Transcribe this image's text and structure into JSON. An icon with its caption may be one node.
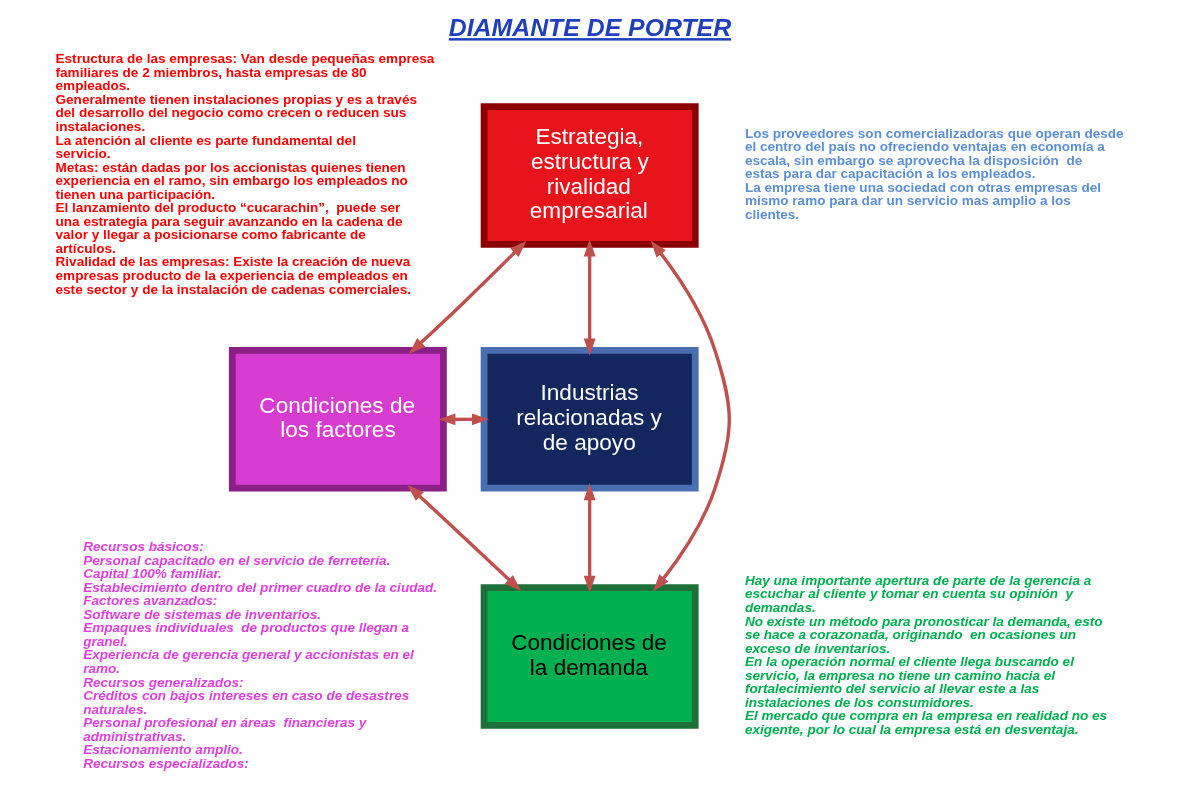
{
  "diagram": {
    "title": "DIAMANTE DE PORTER",
    "nodes": [
      {
        "text": [
          "Estrategia, estructura y rivalidad empresarial"
        ],
        "beside": [
          "Estructura de las empresas: Van desde pequeñas empresa familiares de 2 miembros, hasta empresas de 80 empleados.",
          "Generalmente tienen instalaciones propias y es a través del desarrollo del negocio como crecen o reducen sus instalaciones.",
          "La atención al cliente es parte fundamental del servicio.",
          "Metas: están dadas por los accionistas quienes tienen experiencia en el ramo, sin embargo los empleados no tienen una participación.",
          "El lanzamiento del producto “cucarachin”,  puede ser una estrategia para seguir avanzando en la cadena de valor y llegar a posicionarse como fabricante de artículos.",
          "Rivalidad de las empresas: Existe la creación de nueva empresas producto de la experiencia de empleados en este sector y de la instalación de cadenas comerciales."
        ]
      },
      {
        "text": [
          "Condiciones de los factores"
        ],
        "beside": [
          "Recursos básicos:",
          "Personal capacitado en el servicio de ferretería.",
          "Capital 100% familiar.",
          "Establecimiento dentro del primer cuadro de la ciudad.",
          "Factores avanzados:",
          "Software de sistemas de inventarios.",
          "Empaques individuales  de productos que llegan a granel.",
          "Experiencia de gerencia general y accionistas en el ramo.",
          "Recursos generalizados:",
          "Créditos con bajos intereses en caso de desastres naturales.",
          "Personal profesional en áreas  financieras y administrativas.",
          "Estacionamiento amplio.",
          "Recursos especializados:"
        ]
      },
      {
        "text": [
          "Industrias relacionadas y de apoyo"
        ],
        "beside": [
          "Los proveedores son comercializadoras que operan desde el centro del país no ofreciendo ventajas en economía a escala, sin embargo se aprovecha la disposición  de estas para dar capacitación a los empleados.",
          "La empresa tiene una sociedad con otras empresas del mismo ramo para dar un servicio mas amplio a los clientes."
        ]
      },
      {
        "text": [
          "Condiciones de la demanda"
        ],
        "beside": [
          "Hay una importante apertura de parte de la gerencia a escuchar al cliente y tomar en cuenta su opinión  y demandas.",
          "No existe un método para pronosticar la demanda, esto se hace a corazonada, originando  en ocasiones un exceso de inventarios.",
          "En la operación normal el cliente llega buscando el servicio, la empresa no tiene un camino hacia el fortalecimiento del servicio al llevar este a las instalaciones de los consumidores.",
          "El mercado que compra en la empresa en realidad no es exigente, por lo cual la empresa está en desventaja."
        ]
      }
    ],
    "edges": [
      {
        "from": 0,
        "to": 1,
        "arrow": "both"
      },
      {
        "from": 0,
        "to": 3,
        "arrow": "both"
      },
      {
        "from": 0,
        "to": 2,
        "arrow": "both"
      },
      {
        "from": 1,
        "to": 2,
        "arrow": "both"
      },
      {
        "from": 1,
        "to": 3,
        "arrow": "both"
      },
      {
        "from": 2,
        "to": 3,
        "arrow": "both"
      }
    ]
  }
}
